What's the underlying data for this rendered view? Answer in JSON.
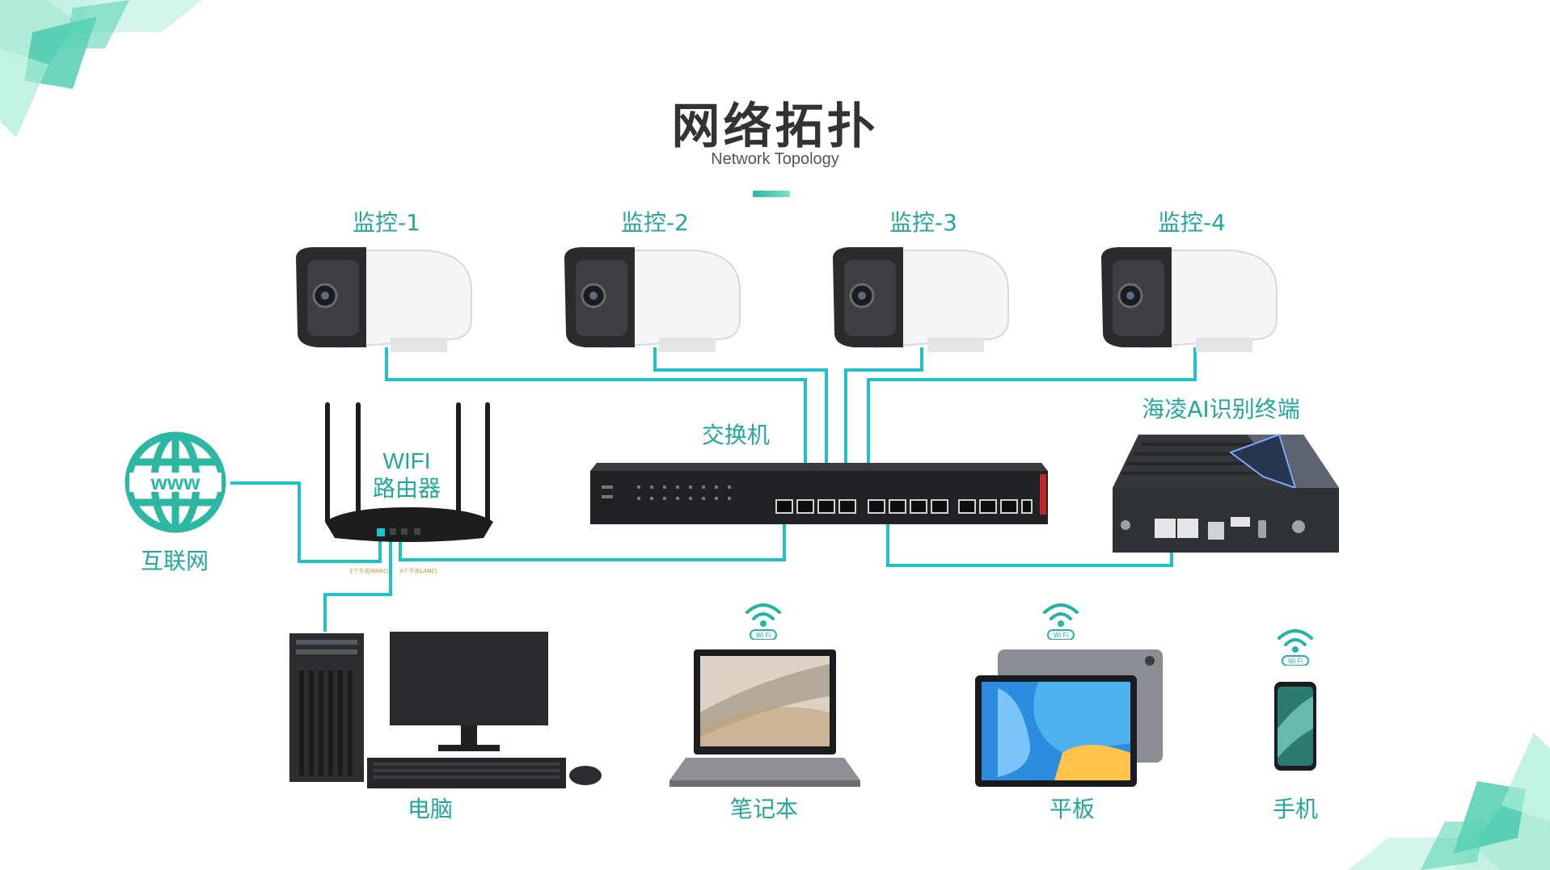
{
  "header": {
    "title": "网络拓扑",
    "subtitle": "Network Topology"
  },
  "cameras": [
    {
      "label": "监控-1"
    },
    {
      "label": "监控-2"
    },
    {
      "label": "监控-3"
    },
    {
      "label": "监控-4"
    }
  ],
  "switch": {
    "label": "交换机"
  },
  "router": {
    "line1": "WIFI",
    "line2": "路由器",
    "wan_note": "1个千兆WAN口",
    "lan_note": "4个千兆LAN口"
  },
  "internet": {
    "label": "互联网",
    "globe_text": "www"
  },
  "ai_terminal": {
    "label": "海凌AI识别终端"
  },
  "clients": [
    {
      "label": "电脑"
    },
    {
      "label": "笔记本"
    },
    {
      "label": "平板"
    },
    {
      "label": "手机"
    }
  ],
  "wifi_badge": "Wi Fi",
  "colors": {
    "accent": "#22a79a",
    "link": "#1ec2c8",
    "title": "#333333"
  },
  "icons": {
    "camera": "bullet-camera-icon",
    "switch": "network-switch-icon",
    "router": "wifi-router-icon",
    "internet": "globe-www-icon",
    "terminal": "ai-terminal-box-icon",
    "pc": "desktop-computer-icon",
    "laptop": "laptop-icon",
    "tablet": "tablet-icon",
    "phone": "smartphone-icon",
    "wifi": "wifi-signal-icon"
  }
}
